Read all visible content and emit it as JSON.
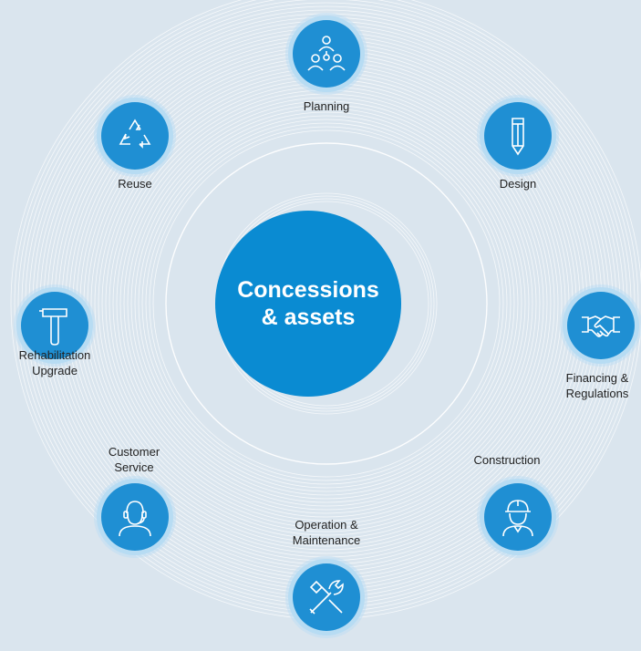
{
  "center": {
    "line1": "Concessions",
    "line2": "& assets"
  },
  "colors": {
    "background": "#dae5ee",
    "accent": "#0a8bd2",
    "node": "#1f8fd3",
    "ring": "#ffffff"
  },
  "stages": [
    {
      "id": "planning",
      "icon": "people-network-icon",
      "line1": "Planning",
      "line2": ""
    },
    {
      "id": "design",
      "icon": "pencil-icon",
      "line1": "Design",
      "line2": ""
    },
    {
      "id": "financing",
      "icon": "handshake-icon",
      "line1": "Financing &",
      "line2": "Regulations"
    },
    {
      "id": "construction",
      "icon": "hardhat-worker-icon",
      "line1": "Construction",
      "line2": ""
    },
    {
      "id": "operation",
      "icon": "wrench-screwdriver-icon",
      "line1": "Operation &",
      "line2": "Maintenance"
    },
    {
      "id": "customer-service",
      "icon": "headset-person-icon",
      "line1": "Customer",
      "line2": "Service"
    },
    {
      "id": "rehabilitation",
      "icon": "hammer-icon",
      "line1": "Rehabilitation",
      "line2": "Upgrade"
    },
    {
      "id": "reuse",
      "icon": "recycle-icon",
      "line1": "Reuse",
      "line2": ""
    }
  ]
}
